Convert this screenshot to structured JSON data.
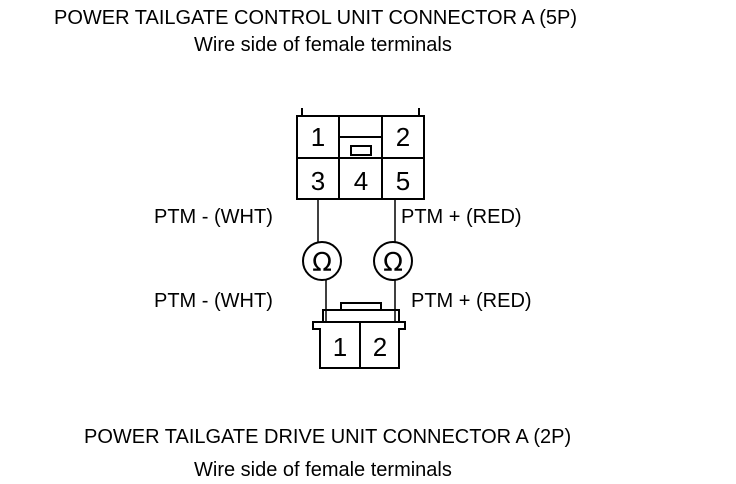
{
  "top_connector": {
    "title": "POWER TAILGATE CONTROL UNIT CONNECTOR A (5P)",
    "subtitle": "Wire side of female terminals",
    "pins": [
      "1",
      "2",
      "3",
      "4",
      "5"
    ]
  },
  "meters": {
    "symbol": "Ω",
    "left": {
      "upper_label": "PTM -  (WHT)",
      "lower_label": "PTM -  (WHT)"
    },
    "right": {
      "upper_label": "PTM +  (RED)",
      "lower_label": "PTM +  (RED)"
    }
  },
  "bottom_connector": {
    "title": "POWER TAILGATE DRIVE UNIT CONNECTOR A (2P)",
    "subtitle": "Wire side of female terminals",
    "pins": [
      "1",
      "2"
    ]
  }
}
